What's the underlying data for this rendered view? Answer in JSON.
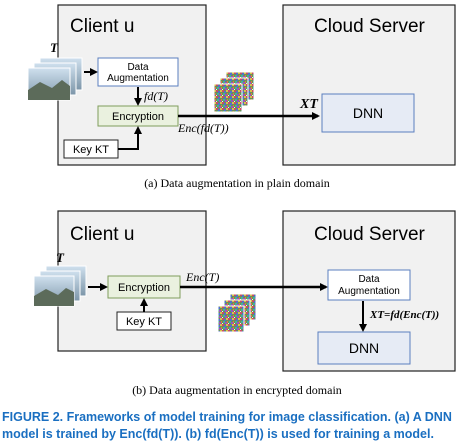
{
  "panel_a": {
    "client_title": "Client u",
    "server_title": "Cloud Server",
    "image_label": "T",
    "augment_line1": "Data",
    "augment_line2": "Augmentation",
    "fd_label": "fd(T)",
    "encryption_label": "Encryption",
    "key_label": "Key KT",
    "enc_label": "Enc(fd(T))",
    "xt_label": "XT",
    "dnn_label": "DNN",
    "caption": "(a) Data augmentation in plain domain"
  },
  "panel_b": {
    "client_title": "Client u",
    "server_title": "Cloud Server",
    "image_label": "T",
    "encryption_label": "Encryption",
    "enc_label": "Enc(T)",
    "key_label": "Key KT",
    "augment_line1": "Data",
    "augment_line2": "Augmentation",
    "xt_label": "XT=fd(Enc(T))",
    "dnn_label": "DNN",
    "caption": "(b) Data augmentation in encrypted domain"
  },
  "figure_caption": {
    "line1": "FIGURE 2. Frameworks of model training for image classification. (a) A DNN",
    "line2": "model is trained by Enc(fd(T)). (b) fd(Enc(T)) is used for training a model."
  },
  "colors": {
    "client_box_fill": "#f1f1f1",
    "encryption_fill": "#eaf1df",
    "encryption_border": "#7f9d5c",
    "augment_border": "#5b7fbf",
    "dnn_fill": "#e6ebf5",
    "caption_blue": "#1a6fc1"
  }
}
